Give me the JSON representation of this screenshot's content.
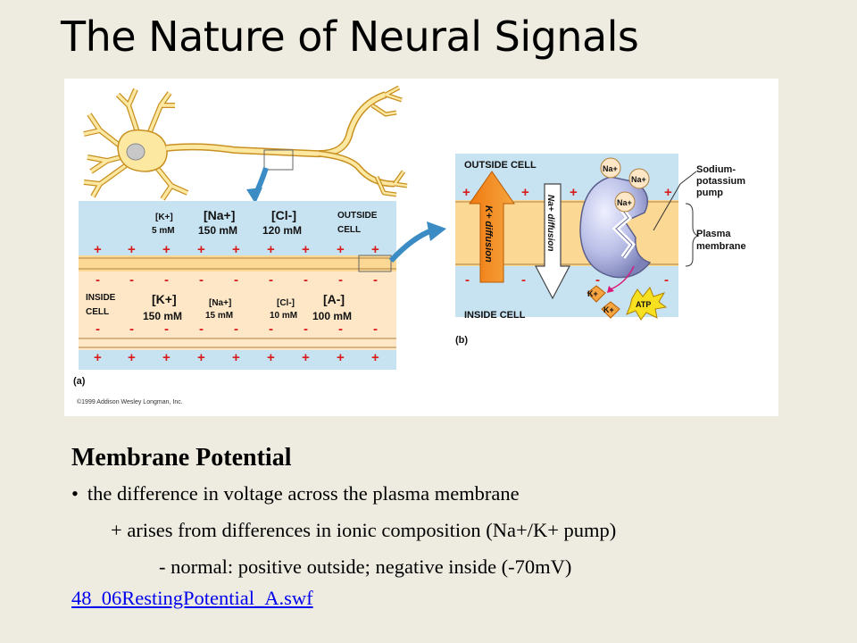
{
  "slide": {
    "title": "The Nature of Neural Signals"
  },
  "figure_a": {
    "outside_k": "[K+]",
    "outside_k_conc": "5 mM",
    "outside_na": "[Na+]",
    "outside_na_conc": "150 mM",
    "outside_cl": "[Cl-]",
    "outside_cl_conc": "120 mM",
    "outside_cell": "OUTSIDE CELL",
    "inside_cell": "INSIDE CELL",
    "inside_k": "[K+]",
    "inside_k_conc": "150 mM",
    "inside_na": "[Na+]",
    "inside_na_conc": "15 mM",
    "inside_cl": "[Cl-]",
    "inside_cl_conc": "10 mM",
    "inside_a": "[A-]",
    "inside_a_conc": "100 mM",
    "label": "(a)",
    "copyright": "©1999 Addison Wesley Longman, Inc."
  },
  "figure_b": {
    "outside_cell": "OUTSIDE CELL",
    "inside_cell": "INSIDE CELL",
    "k_diffusion": "K+ diffusion",
    "na_diffusion": "Na+ diffusion",
    "pump_label": "Sodium-potassium pump",
    "membrane_label": "Plasma membrane",
    "na_ion": "Na+",
    "k_ion": "K+",
    "atp": "ATP",
    "label": "(b)"
  },
  "body": {
    "heading": "Membrane Potential",
    "bullet_1": "the difference in voltage across the plasma membrane",
    "sub_bullet_1": "+  arises from differences in ionic composition (Na+/K+ pump)",
    "sub_sub_bullet_1": "-  normal:  positive outside; negative inside (-70mV)",
    "link": "48_06RestingPotential_A.swf"
  }
}
